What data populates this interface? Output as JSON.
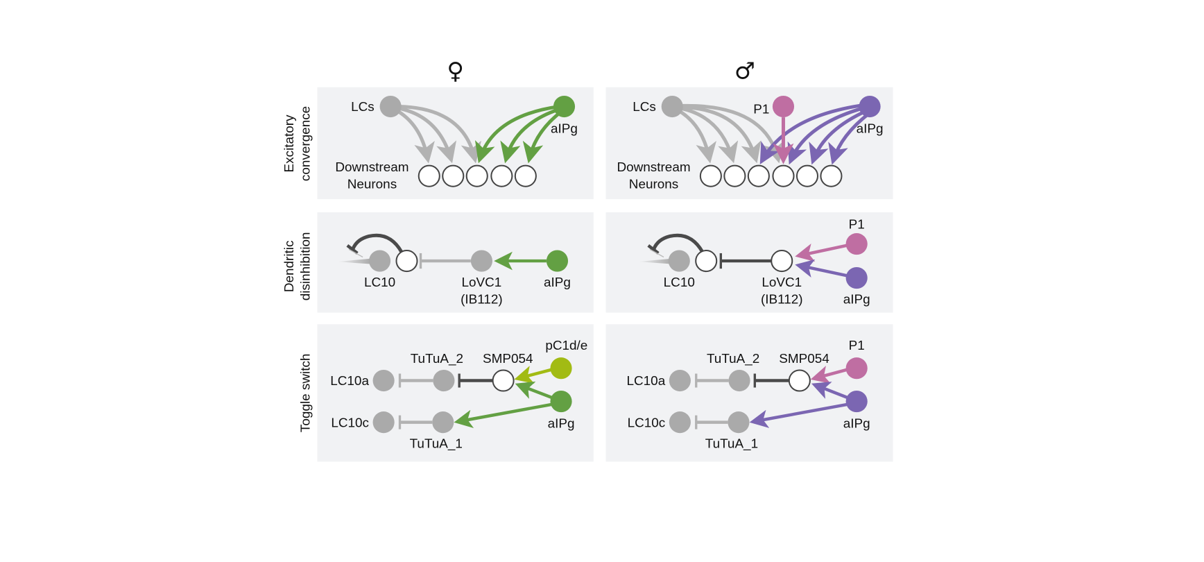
{
  "colors": {
    "panel_bg": "#f1f2f4",
    "grey_node": "#aaaaaa",
    "grey_edge": "#b2b2b2",
    "dark_inhibit": "#4a4a4a",
    "female_aIPg": "#63a043",
    "male_aIPg": "#7b66b2",
    "P1": "#bf6ea2",
    "pC1de": "#a2bb14",
    "open_node_fill": "#ffffff",
    "open_node_stroke": "#444444"
  },
  "columns": [
    {
      "id": "female",
      "symbol": "♀"
    },
    {
      "id": "male",
      "symbol": "♂"
    }
  ],
  "rows": [
    {
      "id": "excitatory",
      "label_lines": [
        "Excitatory",
        "convergence"
      ]
    },
    {
      "id": "dendritic",
      "label_lines": [
        "Dendritic",
        "disinhibition"
      ]
    },
    {
      "id": "toggle",
      "label_lines": [
        "Toggle switch"
      ]
    }
  ],
  "female": {
    "excitatory": {
      "LCs": "LCs",
      "aIPg": "aIPg",
      "downstream_1": "Downstream",
      "downstream_2": "Neurons",
      "downstream_count": 5
    },
    "dendritic": {
      "LC10": "LC10",
      "LoVC1": "LoVC1",
      "IB112": "(IB112)",
      "aIPg": "aIPg"
    },
    "toggle": {
      "LC10a": "LC10a",
      "LC10c": "LC10c",
      "TuTuA_2": "TuTuA_2",
      "TuTuA_1": "TuTuA_1",
      "SMP054": "SMP054",
      "pC1de": "pC1d/e",
      "aIPg": "aIPg"
    }
  },
  "male": {
    "excitatory": {
      "LCs": "LCs",
      "P1": "P1",
      "aIPg": "aIPg",
      "downstream_1": "Downstream",
      "downstream_2": "Neurons",
      "downstream_count": 6
    },
    "dendritic": {
      "LC10": "LC10",
      "LoVC1": "LoVC1",
      "IB112": "(IB112)",
      "P1": "P1",
      "aIPg": "aIPg"
    },
    "toggle": {
      "LC10a": "LC10a",
      "LC10c": "LC10c",
      "TuTuA_2": "TuTuA_2",
      "TuTuA_1": "TuTuA_1",
      "SMP054": "SMP054",
      "P1": "P1",
      "aIPg": "aIPg"
    }
  }
}
